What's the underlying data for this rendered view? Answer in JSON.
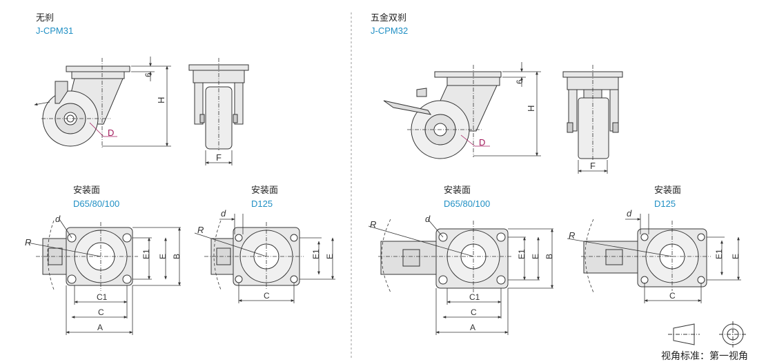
{
  "left": {
    "title": "无刹",
    "model": "J-CPM31",
    "mount_small": {
      "title": "安装面",
      "sizes": "D65/80/100"
    },
    "mount_large": {
      "title": "安装面",
      "sizes": "D125"
    }
  },
  "right": {
    "title": "五金双刹",
    "model": "J-CPM32",
    "mount_small": {
      "title": "安装面",
      "sizes": "D65/80/100"
    },
    "mount_large": {
      "title": "安装面",
      "sizes": "D125"
    }
  },
  "dims": {
    "plate_thickness": "6",
    "height": "H",
    "wheel_dia": "D",
    "width": "F",
    "bolt_hole": "d",
    "radius": "R",
    "e1": "E1",
    "e": "E",
    "b": "B",
    "c1": "C1",
    "c": "C",
    "a": "A"
  },
  "view_standard": "视角标准：第一视角",
  "colors": {
    "accent": "#1f8fc4",
    "wheel_dim": "#a2195b",
    "fill": "#e8e8e8",
    "line": "#333333"
  }
}
